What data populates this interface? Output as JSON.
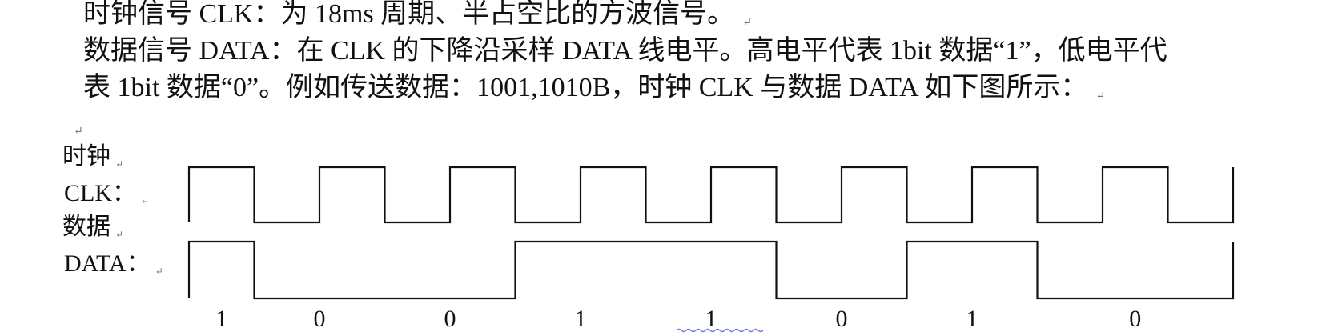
{
  "document": {
    "lines": [
      "时钟信号 CLK：为 18ms 周期、半占空比的方波信号。",
      "数据信号 DATA：在 CLK 的下降沿采样 DATA 线电平。高电平代表 1bit 数据“1”，低电平代",
      "表 1bit 数据“0”。例如传送数据：1001,1010B，时钟 CLK 与数据 DATA 如下图所示："
    ],
    "paragraph_mark": "↵"
  },
  "diagram": {
    "labels": {
      "clock_cn": "时钟",
      "clock_en": "CLK：",
      "data_cn": "数据",
      "data_en": "DATA："
    },
    "bits": [
      "1",
      "0",
      "0",
      "1",
      "1",
      "0",
      "1",
      "0"
    ],
    "clock_cycles": 8
  }
}
